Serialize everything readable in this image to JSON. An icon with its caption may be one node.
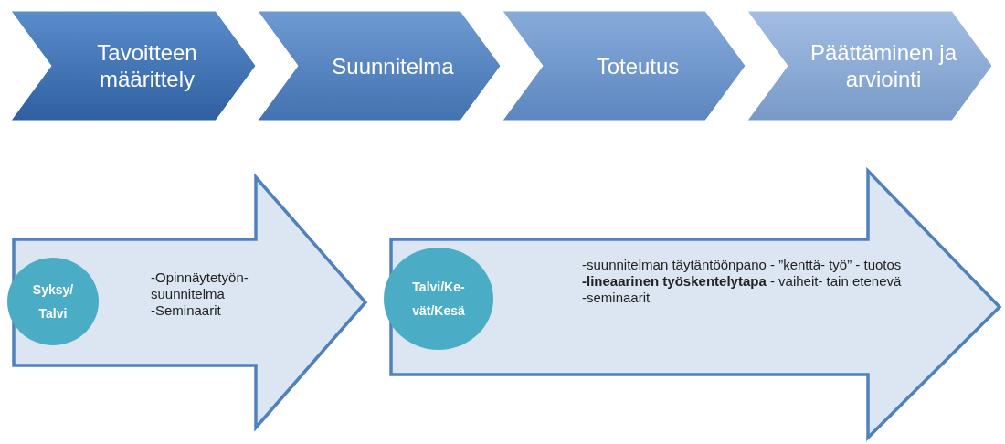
{
  "diagram": {
    "nodes": [
      {
        "text": [
          "Tavoitteen määrittely"
        ]
      },
      {
        "text": [
          "Suunnitelma"
        ]
      },
      {
        "text": [
          "Toteutus"
        ]
      },
      {
        "text": [
          "Päättäminen ja arviointi"
        ]
      },
      {
        "text": [
          "-Opinnäytetyön- suunnitelma",
          "-Seminaarit"
        ]
      },
      {
        "text": [
          "Syksy/ Talvi"
        ],
        "in": 4
      },
      {
        "text": [
          "-suunnitelman täytäntöönpano - ”kenttä- työ” - tuotos",
          "**-lineaarinen työskentelytapa** - vaiheit- tain etenevä",
          "-seminaarit"
        ]
      },
      {
        "text": [
          "Talvi/Ke- vät/Kesä"
        ],
        "in": 6
      }
    ],
    "edges": []
  }
}
